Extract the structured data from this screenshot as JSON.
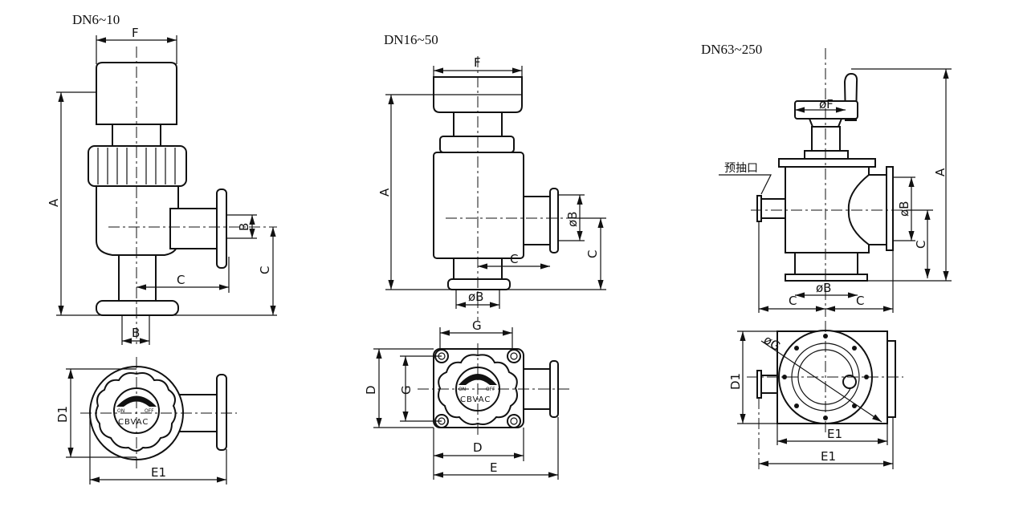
{
  "views": [
    {
      "title": "DN6~10",
      "dims": {
        "F": "F",
        "A": "A",
        "B": "B",
        "C": "C",
        "C2": "C",
        "B2": "B",
        "D1": "D1",
        "E1": "E1"
      }
    },
    {
      "title": "DN16~50",
      "dims": {
        "F": "F",
        "A": "A",
        "B": "øB",
        "C": "C",
        "C2": "C",
        "B2": "øB",
        "G": "G",
        "G2": "G",
        "D": "D",
        "D2": "D",
        "E": "E"
      }
    },
    {
      "title": "DN63~250",
      "dims": {
        "F": "øF",
        "A": "A",
        "B": "øB",
        "C": "C",
        "B2": "øB",
        "C3": "C",
        "C4": "C",
        "G": "øG",
        "D1": "D1",
        "E1": "E1",
        "E1b": "E1"
      },
      "port_label": "预抽口"
    }
  ],
  "knob": {
    "brand": "CBVAC",
    "on": "ON",
    "off": "OFF"
  }
}
